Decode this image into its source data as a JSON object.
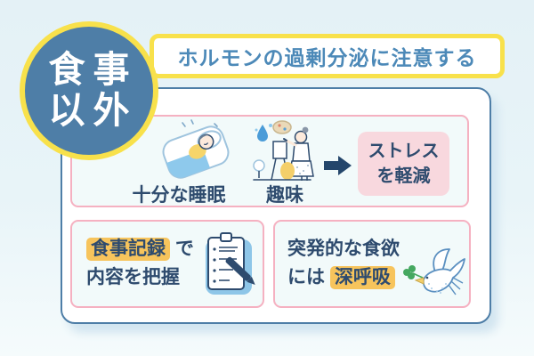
{
  "badge": {
    "line1": "食事",
    "line2": "以外"
  },
  "header": {
    "title": "ホルモンの過剰分泌に注意する"
  },
  "stress_section": {
    "sleep_label": "十分な睡眠",
    "hobby_label": "趣味",
    "result_line1": "ストレス",
    "result_line2": "を軽減"
  },
  "record_card": {
    "highlight": "食事記録",
    "suffix": "で",
    "line2": "内容を把握"
  },
  "breath_card": {
    "line1": "突発的な食欲",
    "prefix": "には",
    "highlight": "深呼吸"
  },
  "icons": {
    "sleep": "sleeping-person-icon",
    "hobby": "painting-hobby-icon",
    "arrow": "right-arrow-icon",
    "record": "clipboard-pen-icon",
    "breath": "dove-clover-icon"
  },
  "colors": {
    "accent_blue": "#4e7ea7",
    "navy_text": "#2e4b6e",
    "yellow_border": "#f8e14b",
    "amber_highlight": "#f7c45c",
    "pink_border": "#f5b1c1",
    "pink_fill": "#f8d8de",
    "header_text_blue": "#4c89b8",
    "illustration_blue": "#8ec9ec",
    "clover_green": "#45a860",
    "background": "#e8f4f8"
  }
}
